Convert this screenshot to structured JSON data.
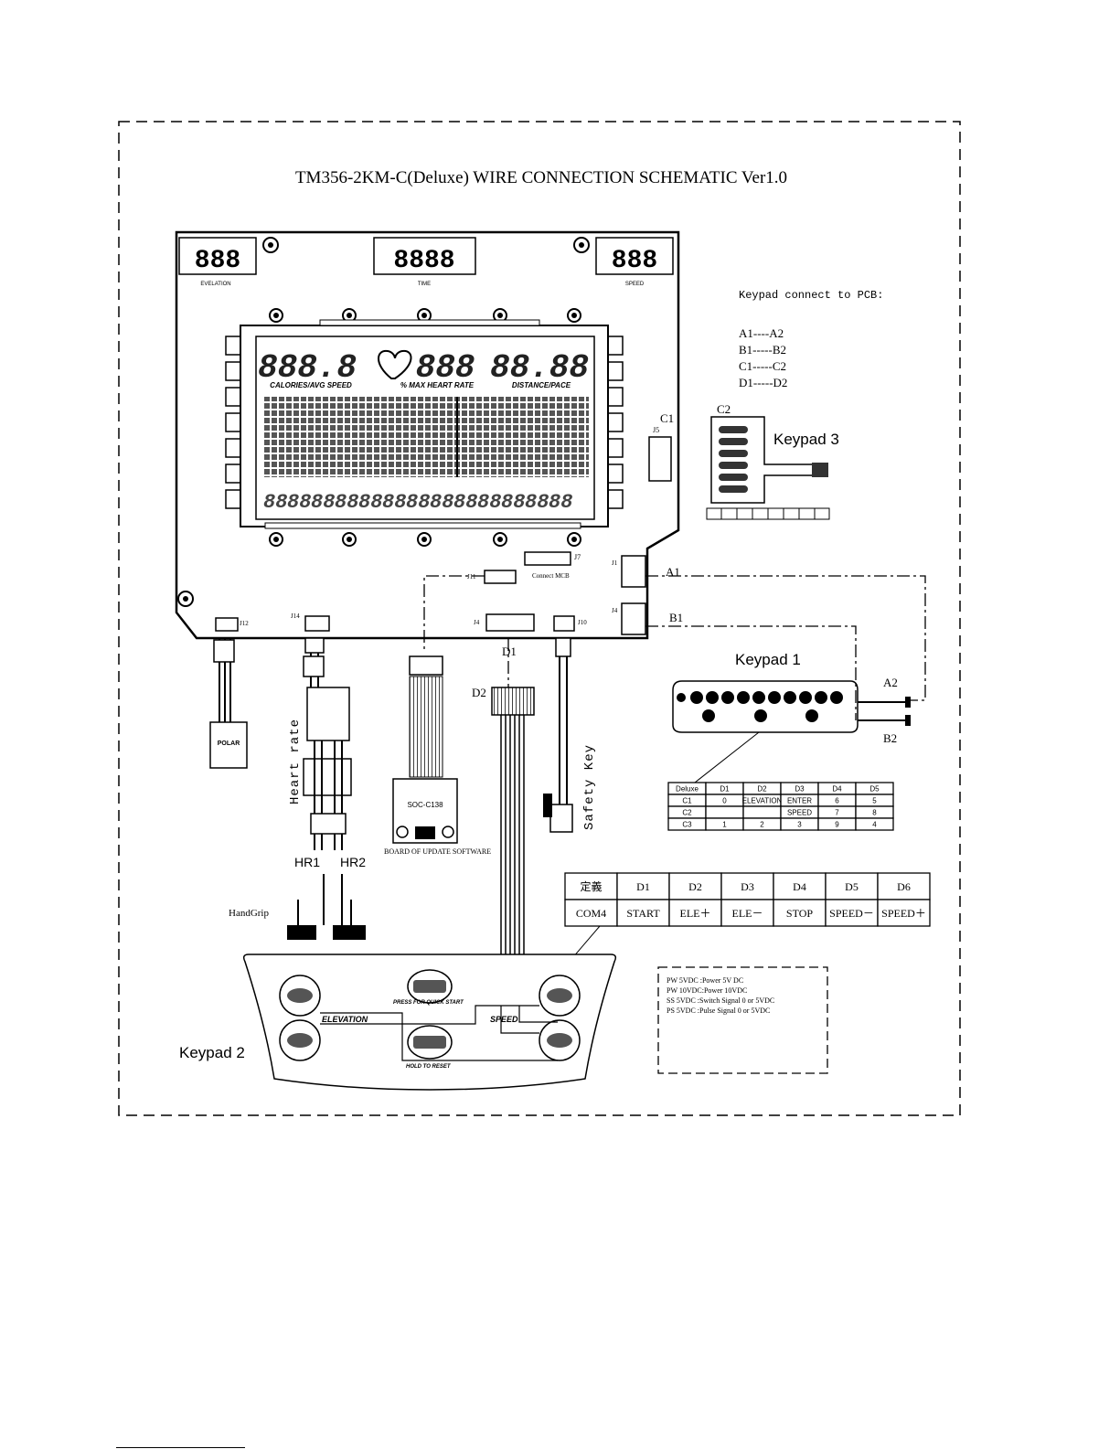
{
  "title": "TM356-2KM-C(Deluxe) WIRE CONNECTION SCHEMATIC Ver1.0",
  "console": {
    "top_displays": {
      "left": "EVELATION",
      "center": "TIME",
      "right": "SPEED"
    },
    "lcd_labels": {
      "left": "CALORIES/AVG SPEED",
      "center": "% MAX HEART RATE",
      "right": "DISTANCE/PACE"
    },
    "connectors": {
      "j5": "J5",
      "j7": "J7",
      "j7_note": "Connect MCB",
      "j11": "J11",
      "j1": "J1",
      "j4": "J4",
      "j10": "J10",
      "j12": "J12",
      "j14": "J14",
      "j4_right": "J4"
    }
  },
  "keypad_mapping": {
    "heading": "Keypad connect to PCB:",
    "pairs": [
      "A1----A2",
      "B1-----B2",
      "C1-----C2",
      "D1-----D2"
    ]
  },
  "wire_labels": {
    "c1": "C1",
    "c2": "C2",
    "a1": "A1",
    "b1": "B1",
    "a2": "A2",
    "b2": "B2",
    "d1": "D1",
    "d2": "D2"
  },
  "keypad1": {
    "label": "Keypad 1",
    "table": [
      [
        "Deluxe",
        "D1",
        "D2",
        "D3",
        "D4",
        "D5"
      ],
      [
        "C1",
        "0",
        "ELEVATION",
        "ENTER",
        "6",
        "5"
      ],
      [
        "C2",
        "",
        "",
        "SPEED",
        "7",
        "8"
      ],
      [
        "C3",
        "1",
        "2",
        "3",
        "9",
        "4"
      ]
    ]
  },
  "keypad3": {
    "label": "Keypad 3"
  },
  "keypad2": {
    "label": "Keypad 2",
    "table": [
      [
        "定義",
        "D1",
        "D2",
        "D3",
        "D4",
        "D5",
        "D6"
      ],
      [
        "COM4",
        "START",
        "ELE＋",
        "ELE－",
        "STOP",
        "SPEED－",
        "SPEED＋"
      ]
    ],
    "overlay_labels": {
      "left": "ELEVATION",
      "center_top": "PRESS FOR QUICK START",
      "center_bottom": "HOLD TO RESET",
      "right": "SPEED"
    }
  },
  "peripherals": {
    "polar": "POLAR",
    "heart_rate": "Heart rate",
    "hr1": "HR1",
    "hr2": "HR2",
    "hand_grip": "HandGrip",
    "soc": "SOC-C138",
    "board_note": "BOARD OF UPDATE SOFTWARE",
    "safety_key": "Safety Key"
  },
  "legend": [
    "PW 5VDC :Power 5V DC",
    "PW 10VDC:Power 10VDC",
    "SS 5VDC :Switch Signal 0 or 5VDC",
    "PS 5VDC :Pulse Signal 0 or 5VDC"
  ]
}
